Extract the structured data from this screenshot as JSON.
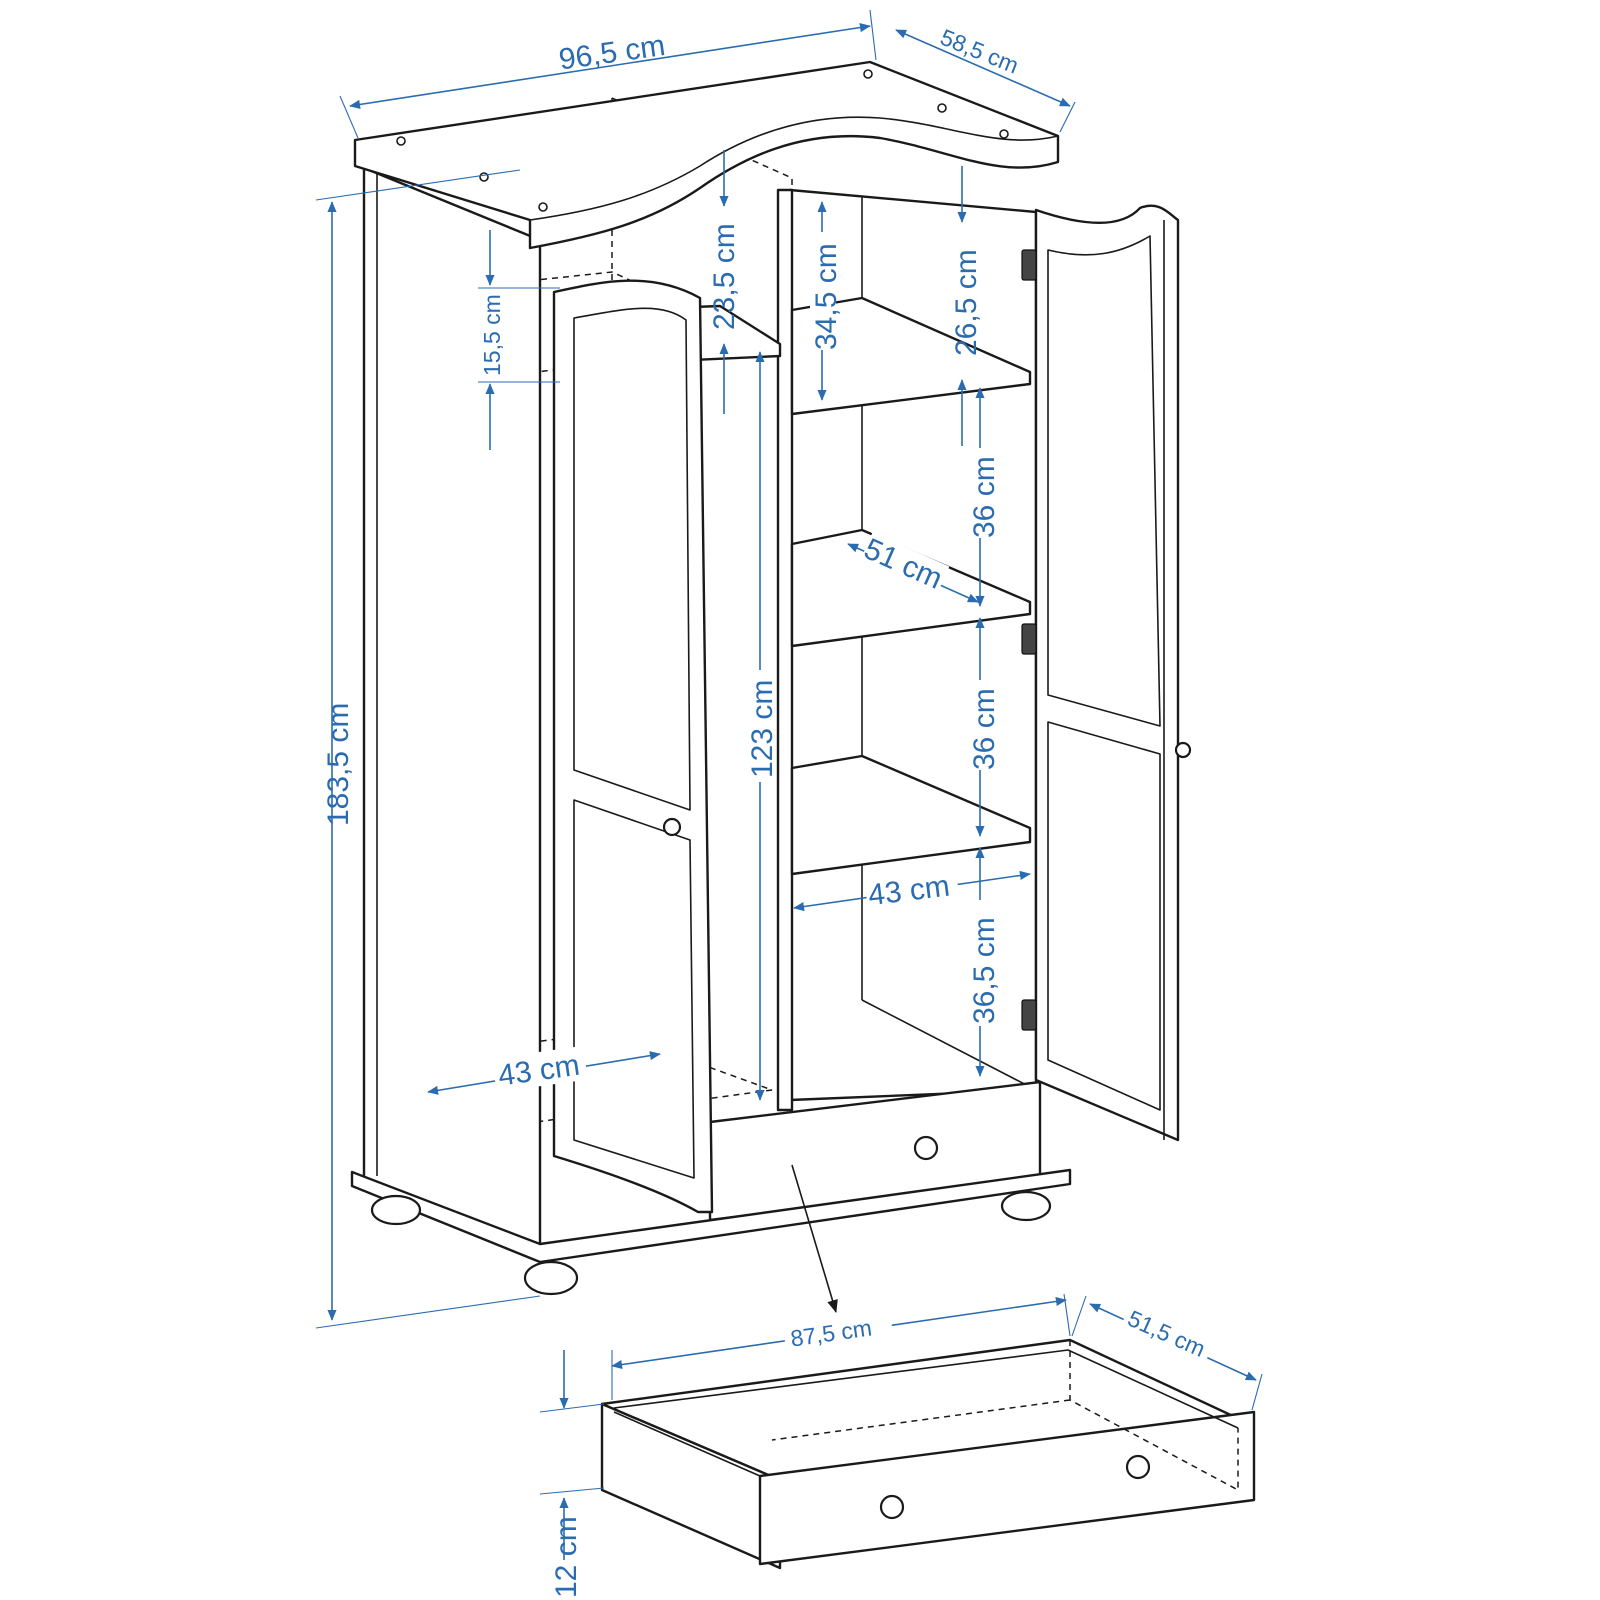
{
  "dimensions": {
    "width": "96,5 cm",
    "depth": "58,5 cm",
    "height": "183,5 cm",
    "crown_gap": "23,5 cm",
    "top_gap_left": "15,5 cm",
    "top_compartment": "34,5 cm",
    "top_gap_right": "26,5 cm",
    "shelf_gap_1": "36 cm",
    "shelf_gap_2": "36 cm",
    "shelf_gap_3": "36,5 cm",
    "shelf_depth": "51 cm",
    "shelf_width": "43 cm",
    "hanging_height": "123 cm",
    "hanging_width": "43 cm",
    "drawer_width": "87,5 cm",
    "drawer_depth": "51,5 cm",
    "drawer_height": "12 cm"
  }
}
